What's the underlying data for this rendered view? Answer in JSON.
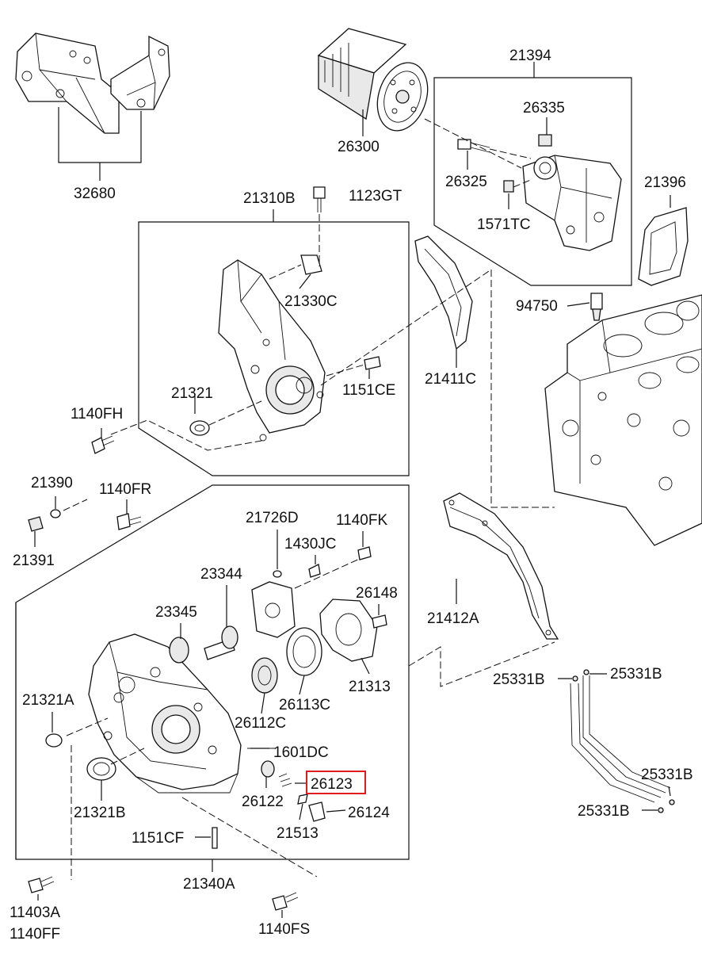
{
  "diagram": {
    "title": "",
    "highlight_color": "#e01b1b",
    "highlighted_part": "26123",
    "labels": {
      "p32680": "32680",
      "p26300": "26300",
      "p21394": "21394",
      "p26335": "26335",
      "p26325": "26325",
      "p1571TC": "1571TC",
      "p21396": "21396",
      "p94750": "94750",
      "p21310B": "21310B",
      "p1123GT": "1123GT",
      "p21330C": "21330C",
      "p21411C": "21411C",
      "p21321": "21321",
      "p1151CE": "1151CE",
      "p1140FH": "1140FH",
      "p21390": "21390",
      "p1140FR": "1140FR",
      "p21391": "21391",
      "p21726D": "21726D",
      "p1140FK": "1140FK",
      "p1430JC": "1430JC",
      "p23344": "23344",
      "p26148": "26148",
      "p23345": "23345",
      "p21412A": "21412A",
      "p21313": "21313",
      "p21321A": "21321A",
      "p26113C": "26113C",
      "p26112C": "26112C",
      "p25331B_1": "25331B",
      "p25331B_2": "25331B",
      "p1601DC": "1601DC",
      "p26123": "26123",
      "p26122": "26122",
      "p21321B": "21321B",
      "p21513": "21513",
      "p26124": "26124",
      "p25331B_3": "25331B",
      "p25331B_4": "25331B",
      "p1151CF": "1151CF",
      "p21340A": "21340A",
      "p11403A": "11403A",
      "p1140FF": "1140FF",
      "p1140FS": "1140FS"
    }
  }
}
